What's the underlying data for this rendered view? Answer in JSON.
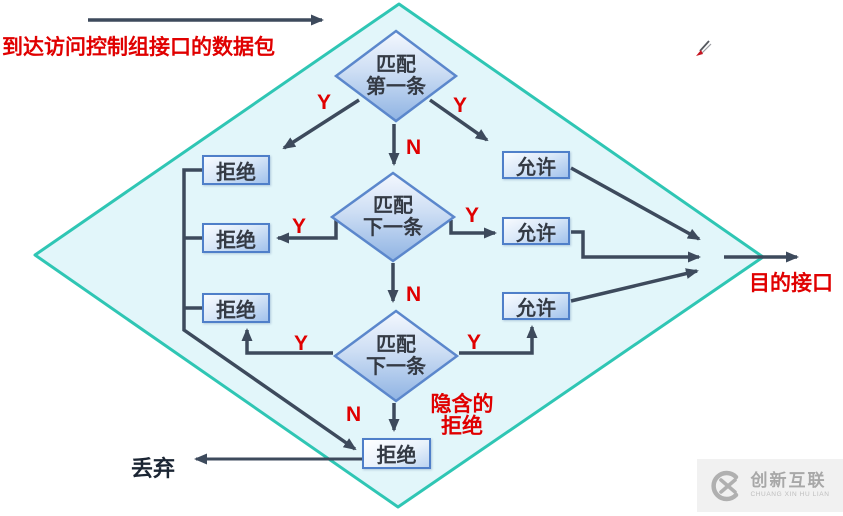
{
  "title": "到达访问控制组接口的数据包",
  "flow": {
    "decision1": {
      "line1": "匹配",
      "line2": "第一条"
    },
    "decision2": {
      "line1": "匹配",
      "line2": "下一条"
    },
    "decision3": {
      "line1": "匹配",
      "line2": "下一条"
    },
    "deny1": "拒绝",
    "deny2": "拒绝",
    "deny3": "拒绝",
    "deny_implicit_box": "拒绝",
    "permit1": "允许",
    "permit2": "允许",
    "permit3": "允许",
    "yes": "Y",
    "no": "N",
    "implicit_deny": {
      "line1": "隐含的",
      "line2": "拒绝"
    },
    "destination": "目的接口",
    "discard": "丢弃"
  },
  "colors": {
    "accent_red": "#e00000",
    "arrow": "#3d4a5c",
    "big_diamond_border": "#2fc6b4",
    "big_diamond_fill": "#e2f6fa",
    "node_border": "#4f7fc9",
    "node_text": "#343a44"
  },
  "icons": {
    "cursor": "pen-cursor-icon",
    "watermark_logo": "chuangxinhulian-logo-icon"
  },
  "watermark": {
    "brand": "创新互联",
    "brand_latin": "CHUANG XIN HU LIAN"
  }
}
